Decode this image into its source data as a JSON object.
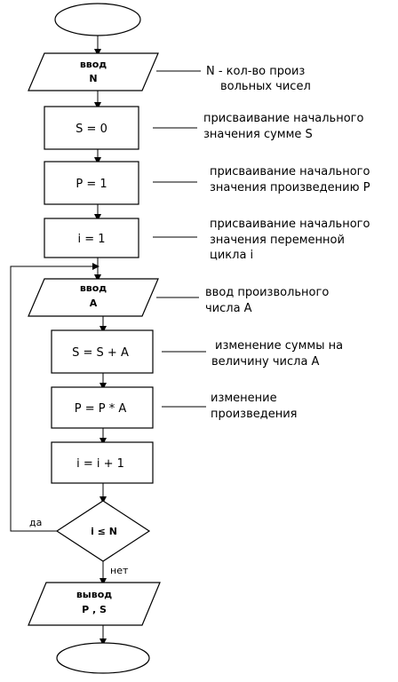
{
  "flowchart": {
    "input_n": {
      "line1": "ввод",
      "line2": "N"
    },
    "s_init": "S = 0",
    "p_init": "P = 1",
    "i_init": "i = 1",
    "input_a": {
      "line1": "ввод",
      "line2": "A"
    },
    "s_update": "S = S + A",
    "p_update": "P = P * A",
    "i_update": "i =  i  + 1",
    "condition": "i ≤ N",
    "yes_label": "да",
    "no_label": "нет",
    "output": {
      "line1": "вывод",
      "line2": "P , S"
    }
  },
  "comments": {
    "input_n": [
      "N - кол-во произ",
      "вольных чисел"
    ],
    "s_init": [
      "присваивание начального",
      "значения сумме S"
    ],
    "p_init": [
      "присваивание начального",
      "значения  произведению P"
    ],
    "i_init": [
      "присваивание начального",
      "значения переменной",
      "цикла i"
    ],
    "input_a": [
      "ввод произвольного",
      "числа A"
    ],
    "s_update": [
      "изменение суммы на",
      "величину числа A"
    ],
    "p_update": [
      "изменение",
      "произведения"
    ]
  }
}
